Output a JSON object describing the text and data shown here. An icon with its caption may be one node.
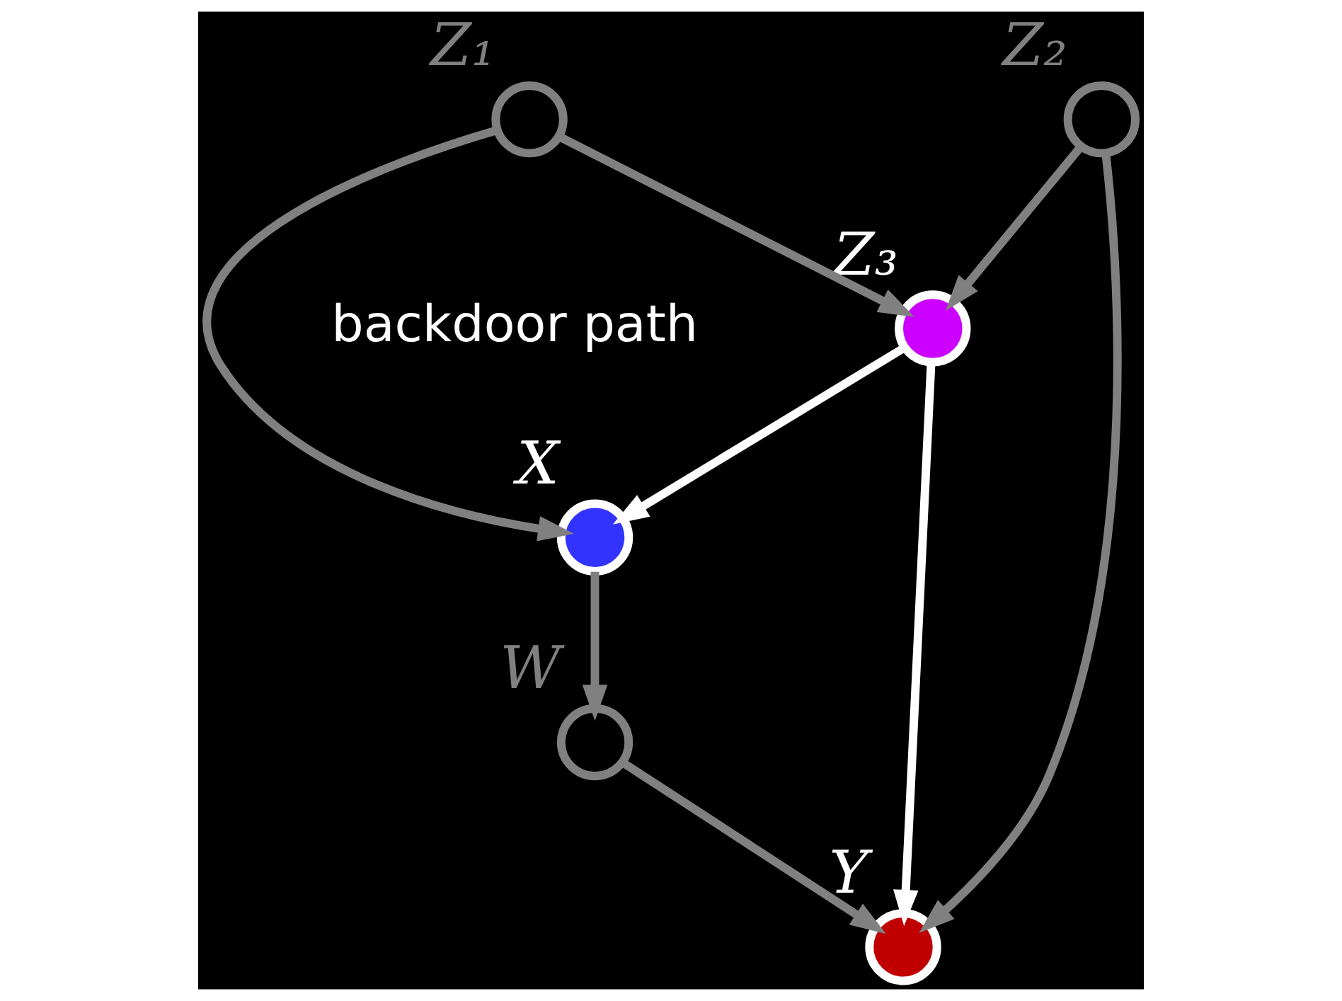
{
  "diagram": {
    "nodes": [
      {
        "text": [],
        "shape": "circle",
        "beside": [
          "Z₁"
        ]
      },
      {
        "text": [],
        "shape": "circle",
        "beside": [
          "Z₂"
        ]
      },
      {
        "text": [],
        "shape": "circle",
        "beside": [
          "Z₃"
        ]
      },
      {
        "text": [],
        "shape": "circle",
        "beside": [
          "X"
        ]
      },
      {
        "text": [],
        "shape": "circle",
        "beside": [
          "W"
        ]
      },
      {
        "text": [],
        "shape": "circle",
        "beside": [
          "Y"
        ]
      }
    ],
    "edges": [
      {
        "from": 0,
        "to": 3,
        "arrow": "to"
      },
      {
        "from": 0,
        "to": 2,
        "arrow": "to"
      },
      {
        "from": 1,
        "to": 2,
        "arrow": "to"
      },
      {
        "from": 1,
        "to": 5,
        "arrow": "to"
      },
      {
        "from": 2,
        "to": 3,
        "arrow": "to",
        "color": "#ffffff"
      },
      {
        "from": 2,
        "to": 5,
        "arrow": "to",
        "color": "#ffffff"
      },
      {
        "from": 3,
        "to": 4,
        "arrow": "to"
      },
      {
        "from": 4,
        "to": 5,
        "arrow": "to"
      }
    ],
    "labels": [
      "backdoor path"
    ]
  }
}
